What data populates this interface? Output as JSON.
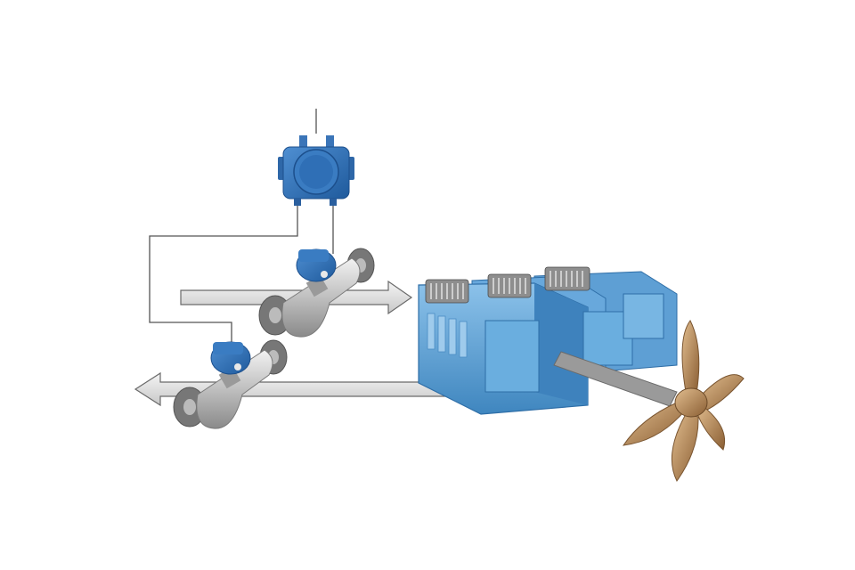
{
  "diagram": {
    "components": [
      {
        "id": "transmitter",
        "icon": "junction-box-transmitter-icon",
        "label": ""
      },
      {
        "id": "supply-meter",
        "icon": "coriolis-flow-meter-icon",
        "label": ""
      },
      {
        "id": "return-meter",
        "icon": "coriolis-flow-meter-icon",
        "label": ""
      },
      {
        "id": "engine",
        "icon": "marine-diesel-engine-icon",
        "label": ""
      },
      {
        "id": "propeller",
        "icon": "ship-propeller-icon",
        "label": ""
      }
    ],
    "flows": [
      {
        "id": "fuel-supply",
        "direction": "to-engine"
      },
      {
        "id": "fuel-return",
        "direction": "from-engine"
      }
    ],
    "colors": {
      "device_blue": "#2f6fb6",
      "engine_blue": "#5aa3d8",
      "pipe_gray": "#d9d9d9",
      "bronze": "#b8895a",
      "wire": "#555555"
    }
  }
}
